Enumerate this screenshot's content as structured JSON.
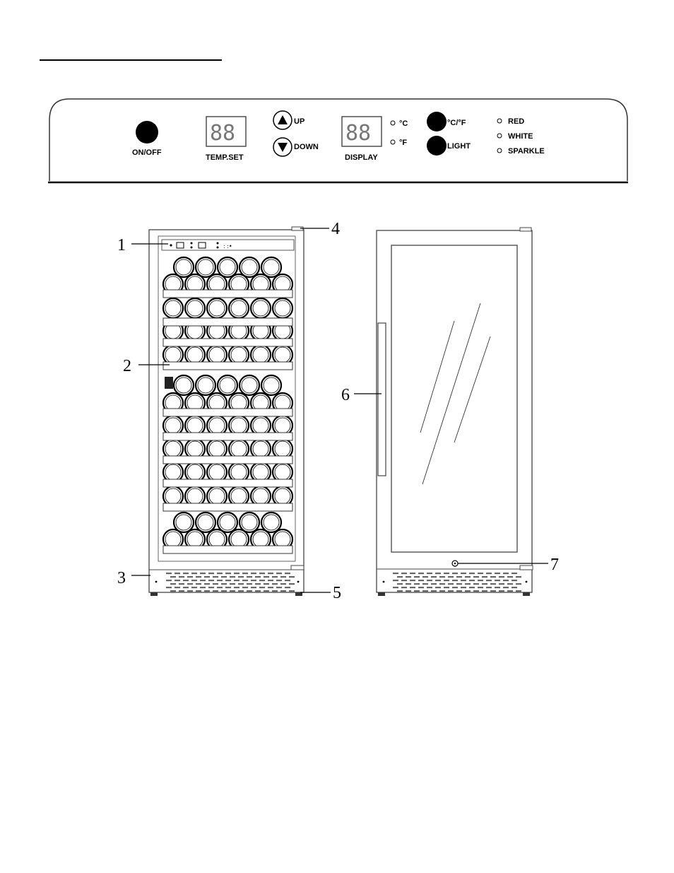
{
  "control_panel": {
    "onoff_label": "ON/OFF",
    "temp_display_digits": "88",
    "temp_set_label": "TEMP.SET",
    "up_label": "UP",
    "down_label": "DOWN",
    "display_digits": "88",
    "display_label": "DISPLAY",
    "unit_c_label": "°C",
    "unit_f_label": "°F",
    "unit_toggle_label": "°C/°F",
    "light_label": "LIGHT",
    "light_modes": [
      "RED",
      "WHITE",
      "SPARKLE"
    ]
  },
  "callouts": [
    "1",
    "2",
    "3",
    "4",
    "5",
    "6",
    "7"
  ]
}
